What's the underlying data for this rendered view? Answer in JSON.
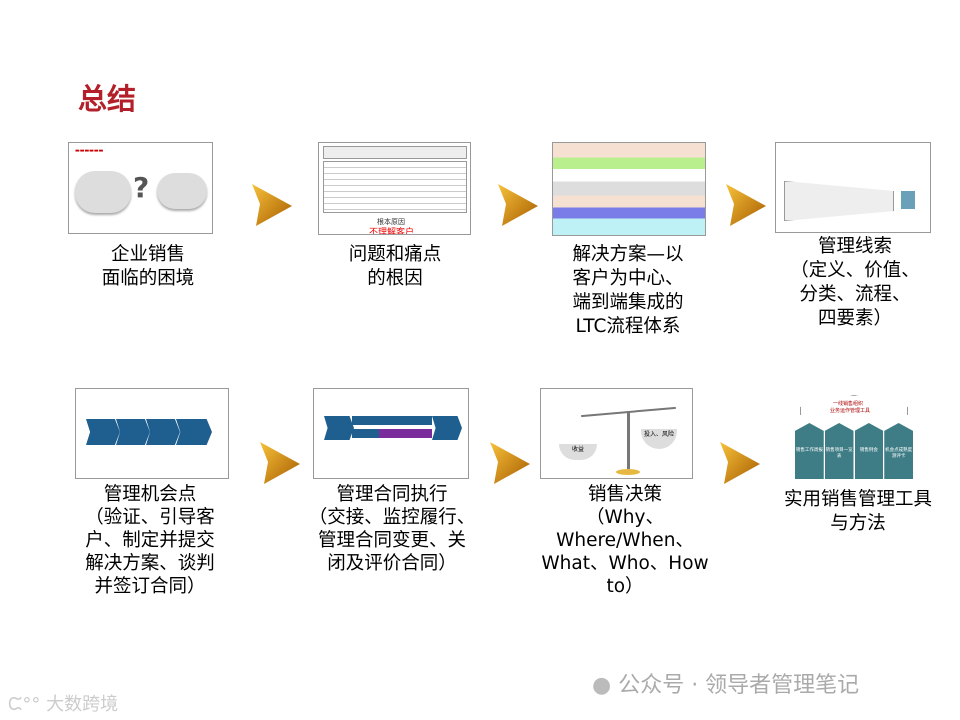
{
  "title": "总结",
  "colors": {
    "title": "#b3202a",
    "arrow": "#e6a21e",
    "chevron": "#1f5f8f",
    "purple": "#7b2c9c",
    "house": "#3f7d86"
  },
  "steps": [
    {
      "caption": [
        "企业销售",
        "面临的困境"
      ]
    },
    {
      "caption": [
        "问题和痛点",
        "的根因"
      ],
      "thumb": {
        "root_cause": "根本原因",
        "highlight": "不理解客户"
      }
    },
    {
      "caption": [
        "解决方案—以",
        "客户为中心、",
        "端到端集成的",
        "LTC流程体系"
      ]
    },
    {
      "caption": [
        "管理线索",
        "（定义、价值、",
        "分类、流程、",
        "四要素）"
      ]
    },
    {
      "caption": [
        "管理机会点",
        "（验证、引导客",
        "户、制定并提交",
        "解决方案、谈判",
        "并签订合同）"
      ]
    },
    {
      "caption": [
        "管理合同执行",
        "（交接、监控履行、",
        "管理合同变更、关",
        "闭及评价合同）"
      ]
    },
    {
      "caption": [
        "销售决策",
        "（Why、",
        "Where/When、",
        "What、Who、How",
        "to）"
      ],
      "thumb": {
        "left_pan": "收益",
        "right_pan": "投入、风险"
      }
    },
    {
      "caption": [
        "实用销售管理工具",
        "与方法"
      ],
      "thumb": {
        "roof": [
          "一线销售组织",
          "业务运作管理工具"
        ],
        "pillars": [
          "销售工作周报",
          "销售项目一览表",
          "销售例会",
          "机会点成熟度测评卡"
        ]
      }
    }
  ],
  "watermarks": {
    "wechat": "公众号 · 领导者管理笔记",
    "logo": "大数跨境"
  }
}
